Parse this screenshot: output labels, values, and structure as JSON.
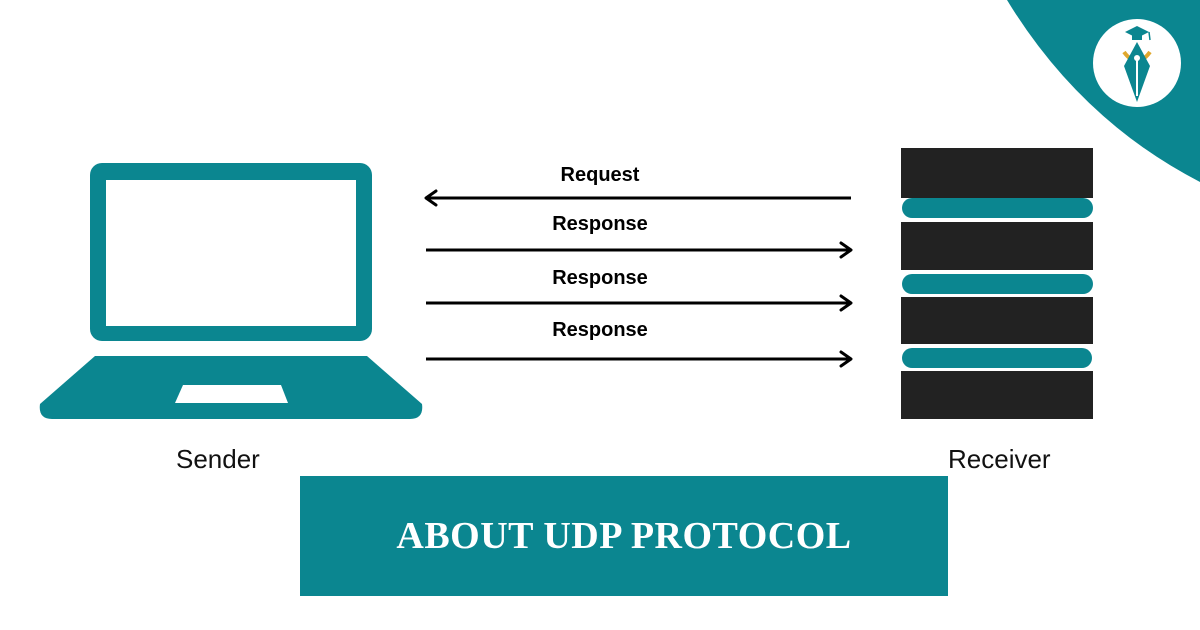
{
  "colors": {
    "accent": "#0b8690",
    "server_dark": "#222222",
    "logo_gold": "#e0a82e"
  },
  "diagram": {
    "sender_label": "Sender",
    "receiver_label": "Receiver",
    "messages": [
      {
        "label": "Request",
        "direction": "to-sender"
      },
      {
        "label": "Response",
        "direction": "to-receiver"
      },
      {
        "label": "Response",
        "direction": "to-receiver"
      },
      {
        "label": "Response",
        "direction": "to-receiver"
      }
    ]
  },
  "banner": {
    "title": "ABOUT UDP PROTOCOL"
  },
  "icons": {
    "sender": "laptop-icon",
    "receiver": "server-rack-icon",
    "brand": "graduate-pen-logo-icon"
  }
}
